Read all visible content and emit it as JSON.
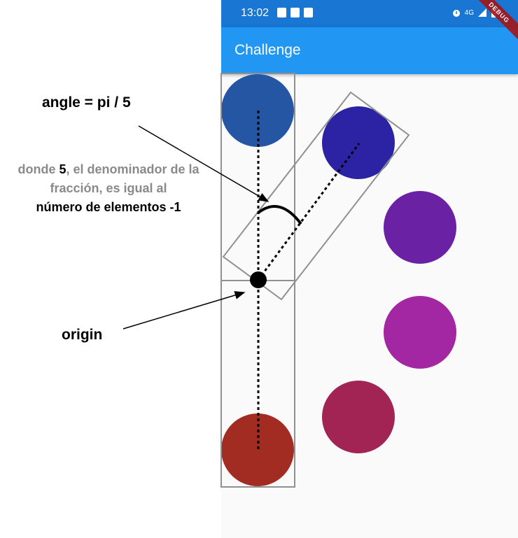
{
  "status_bar": {
    "time": "13:02",
    "network": "4G",
    "left_icons": [
      "check-icon",
      "wifi-icon",
      "sd-card-icon"
    ],
    "right_icons": [
      "alarm-icon",
      "network-arrows-icon",
      "signal-icon",
      "battery-icon"
    ]
  },
  "app_bar": {
    "title": "Challenge"
  },
  "debug_banner": {
    "label": "DEBUG"
  },
  "annotations": {
    "angle": "angle = pi / 5",
    "note_part1": "donde ",
    "note_bold": "5",
    "note_part2": ", el denominador de la fracción, es igual al",
    "note_dark": "número de elementos -1",
    "origin": "origin"
  },
  "colors": {
    "status_bar": "#1976d2",
    "app_bar": "#2196f3",
    "circle_1": "#2456a4",
    "circle_2": "#2b22a4",
    "circle_3": "#6a21a4",
    "circle_4": "#a326a3",
    "circle_5": "#a12455",
    "circle_6": "#a22b22"
  }
}
